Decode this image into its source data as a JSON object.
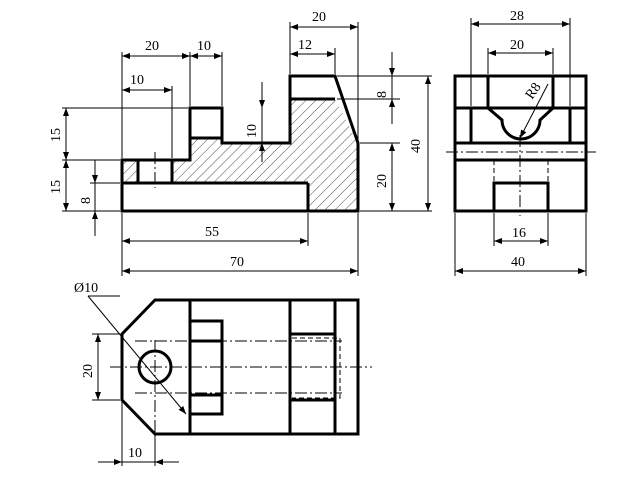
{
  "colors": {
    "line": "#000000",
    "background": "#ffffff"
  },
  "front_view": {
    "dims": {
      "w20": "20",
      "w10": "10",
      "h10_top": "10",
      "h15_a": "15",
      "h15_b": "15",
      "h8": "8",
      "h10_mid": "10",
      "top20": "20",
      "top12": "12",
      "h8_right": "8",
      "h40": "40",
      "h20": "20",
      "len55": "55",
      "len70": "70"
    }
  },
  "side_view": {
    "dims": {
      "w28": "28",
      "w20": "20",
      "radius": "R8",
      "w16": "16",
      "w40": "40"
    }
  },
  "top_view": {
    "dims": {
      "diameter": "Ø10",
      "h20": "20",
      "w10": "10"
    }
  }
}
